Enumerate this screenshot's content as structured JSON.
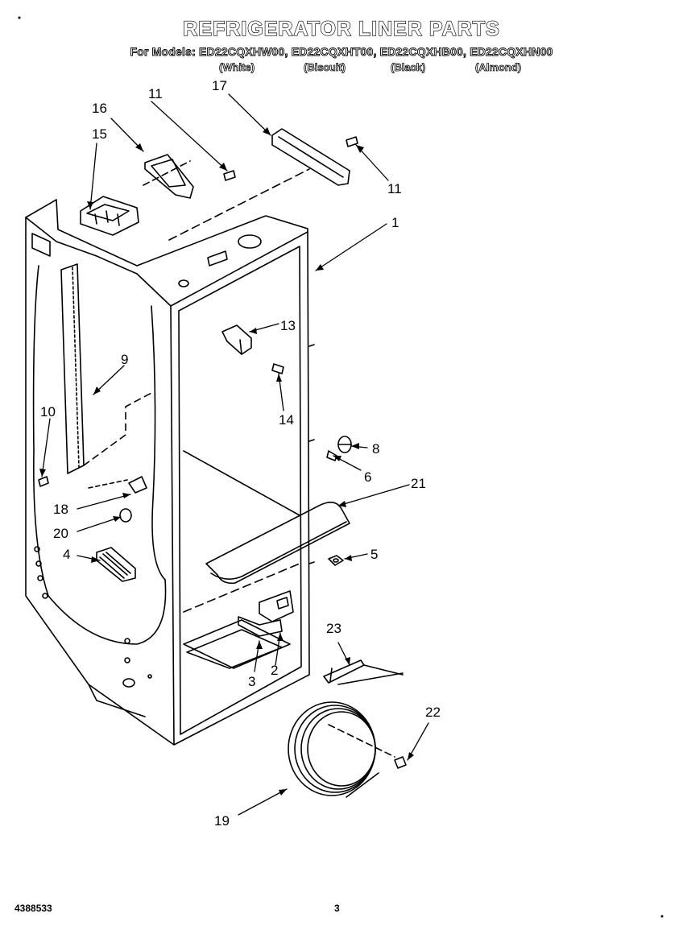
{
  "title": "REFRIGERATOR LINER PARTS",
  "models_line": "For Models: ED22CQXHW00, ED22CQXHT00, ED22CQXHB00, ED22CQXHN00",
  "colors": [
    "(White)",
    "(Biscuit)",
    "(Black)",
    "(Almond)"
  ],
  "callouts": [
    "17",
    "16",
    "11",
    "15",
    "11",
    "1",
    "13",
    "9",
    "14",
    "10",
    "8",
    "6",
    "21",
    "18",
    "20",
    "4",
    "5",
    "23",
    "2",
    "3",
    "22",
    "19"
  ],
  "footer": {
    "doc_number": "4388533",
    "page": "3"
  }
}
